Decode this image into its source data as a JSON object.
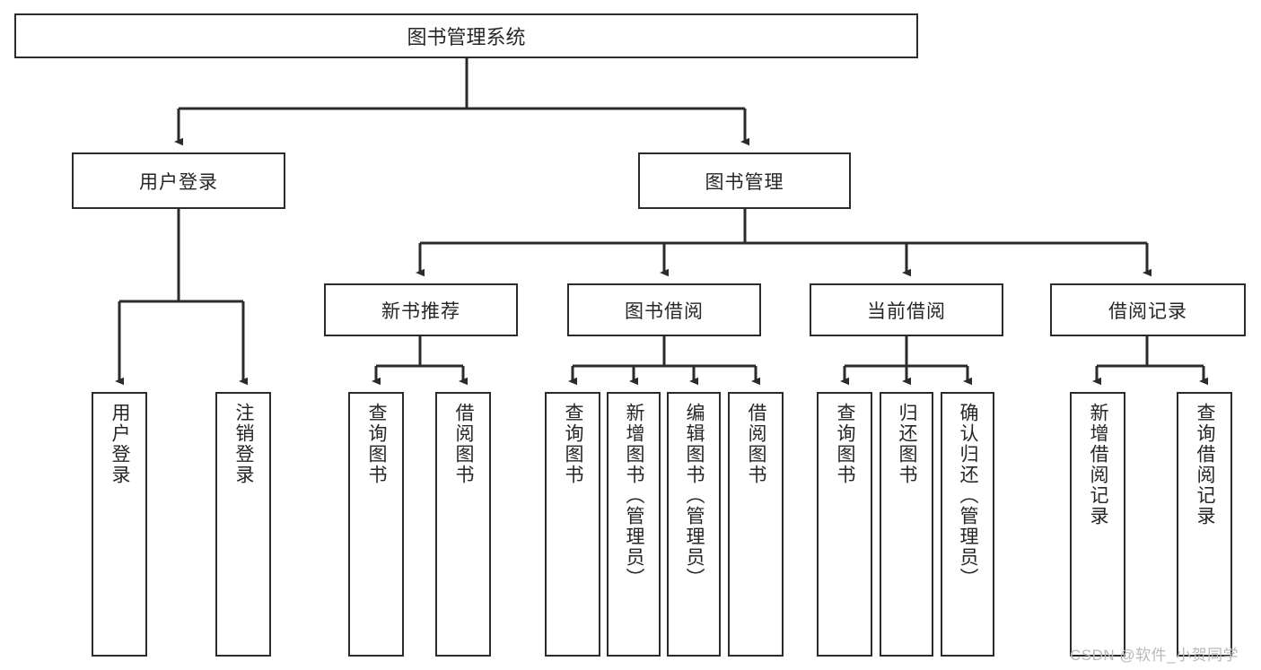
{
  "diagram": {
    "title": "图书管理系统",
    "type": "tree-hierarchy-diagram",
    "root": {
      "label": "图书管理系统"
    },
    "level1": [
      {
        "label": "用户登录"
      },
      {
        "label": "图书管理"
      }
    ],
    "level2": [
      {
        "label": "新书推荐"
      },
      {
        "label": "图书借阅"
      },
      {
        "label": "当前借阅"
      },
      {
        "label": "借阅记录"
      }
    ],
    "leaves": {
      "user_login": [
        {
          "label": "用户登录"
        },
        {
          "label": "注销登录"
        }
      ],
      "new_book_recommend": [
        {
          "label": "查询图书"
        },
        {
          "label": "借阅图书"
        }
      ],
      "book_borrow": [
        {
          "label": "查询图书"
        },
        {
          "label": "新增图书（管理员）"
        },
        {
          "label": "编辑图书（管理员）"
        },
        {
          "label": "借阅图书"
        }
      ],
      "current_borrow": [
        {
          "label": "查询图书"
        },
        {
          "label": "归还图书"
        },
        {
          "label": "确认归还（管理员）"
        }
      ],
      "borrow_record": [
        {
          "label": "新增借阅记录"
        },
        {
          "label": "查询借阅记录"
        }
      ]
    }
  },
  "watermark": {
    "text": "CSDN @软件_小贺同学"
  },
  "colors": {
    "stroke": "#2b2b2b",
    "text": "#262626",
    "background": "#ffffff",
    "watermark": "#b9b9b9"
  }
}
